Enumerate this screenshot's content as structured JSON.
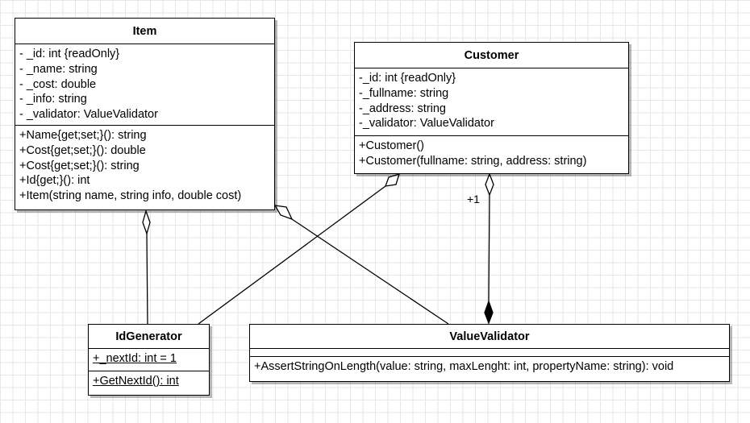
{
  "classes": {
    "item": {
      "name": "Item",
      "attributes": [
        "- _id:  int {readOnly}",
        "- _name: string",
        "- _cost: double",
        "- _info: string",
        "- _validator: ValueValidator"
      ],
      "operations": [
        "+Name{get;set;}(): string",
        "+Cost{get;set;}(): double",
        "+Cost{get;set;}(): string",
        "+Id{get;}(): int",
        "+Item(string name, string info, double cost)"
      ]
    },
    "customer": {
      "name": "Customer",
      "attributes": [
        "-_id: int {readOnly}",
        "-_fullname: string",
        "-_address: string",
        "-_validator: ValueValidator"
      ],
      "operations": [
        "+Customer()",
        "+Customer(fullname: string, address: string)"
      ]
    },
    "idgenerator": {
      "name": "IdGenerator",
      "attributes": [
        "+_nextId: int = 1"
      ],
      "operations": [
        "+GetNextId(): int"
      ]
    },
    "valuevalidator": {
      "name": "ValueValidator",
      "attributes": [],
      "operations": [
        "+AssertStringOnLength(value: string, maxLenght: int, propertyName: string): void"
      ]
    }
  },
  "relations": [
    {
      "from": "item",
      "to": "idgenerator",
      "kind": "aggregation"
    },
    {
      "from": "item",
      "to": "valuevalidator",
      "kind": "aggregation"
    },
    {
      "from": "customer",
      "to": "idgenerator",
      "kind": "aggregation"
    },
    {
      "from": "customer",
      "to": "valuevalidator",
      "kind": "composition",
      "multiplicity": "+1"
    }
  ],
  "colors": {
    "line": "#000000",
    "box_fill": "#ffffff",
    "grid": "#e6e6e6"
  }
}
